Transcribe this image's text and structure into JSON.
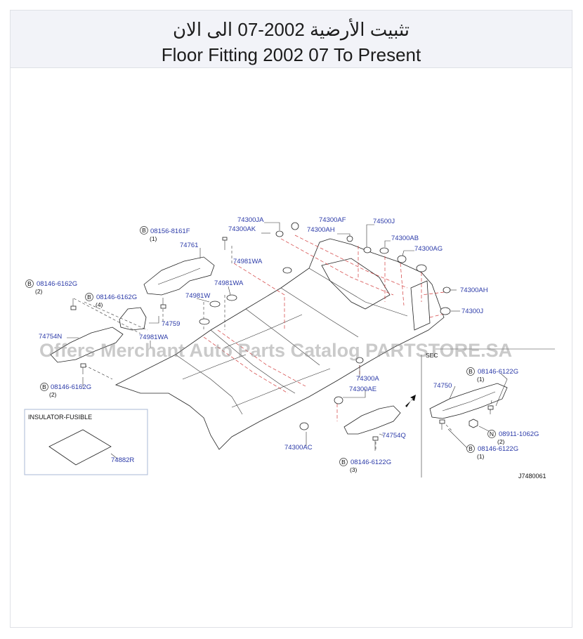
{
  "header": {
    "title_ar": "تثبيت الأرضية 2002-07 الى الان",
    "title_en": "Floor Fitting 2002 07 To Present"
  },
  "watermark": "Offers Merchant Auto Parts Catalog PARTSTORE.SA",
  "diagram_code": "J7480061",
  "inset_title": "INSULATOR-FUSIBLE",
  "small_code": "SEC",
  "callouts": [
    {
      "text": "74300JA"
    },
    {
      "text": "74300AF"
    },
    {
      "text": "74500J"
    },
    {
      "text": "74300AK"
    },
    {
      "text": "74300AH"
    },
    {
      "text": "74300AB"
    },
    {
      "text": "74300AG"
    },
    {
      "text": "74761"
    },
    {
      "text": "74981WA"
    },
    {
      "text": "74981WA"
    },
    {
      "text": "74981W"
    },
    {
      "text": "74759"
    },
    {
      "text": "74981WA"
    },
    {
      "text": "74754N"
    },
    {
      "text": "74300AH"
    },
    {
      "text": "74300J"
    },
    {
      "text": "74300A"
    },
    {
      "text": "74300AE"
    },
    {
      "text": "74750"
    },
    {
      "text": "74754Q"
    },
    {
      "text": "74300AC"
    },
    {
      "text": "74882R"
    }
  ],
  "bolt_refs": [
    {
      "prefix": "B",
      "part": "08156-8161F",
      "qty": "(1)"
    },
    {
      "prefix": "B",
      "part": "08146-6162G",
      "qty": "(2)"
    },
    {
      "prefix": "B",
      "part": "08146-6162G",
      "qty": "(4)"
    },
    {
      "prefix": "B",
      "part": "08146-6162G",
      "qty": "(2)"
    },
    {
      "prefix": "B",
      "part": "08146-6122G",
      "qty": "(1)"
    },
    {
      "prefix": "N",
      "part": "08911-1062G",
      "qty": "(2)"
    },
    {
      "prefix": "B",
      "part": "08146-6122G",
      "qty": "(1)"
    },
    {
      "prefix": "B",
      "part": "08146-6122G",
      "qty": "(3)"
    }
  ]
}
